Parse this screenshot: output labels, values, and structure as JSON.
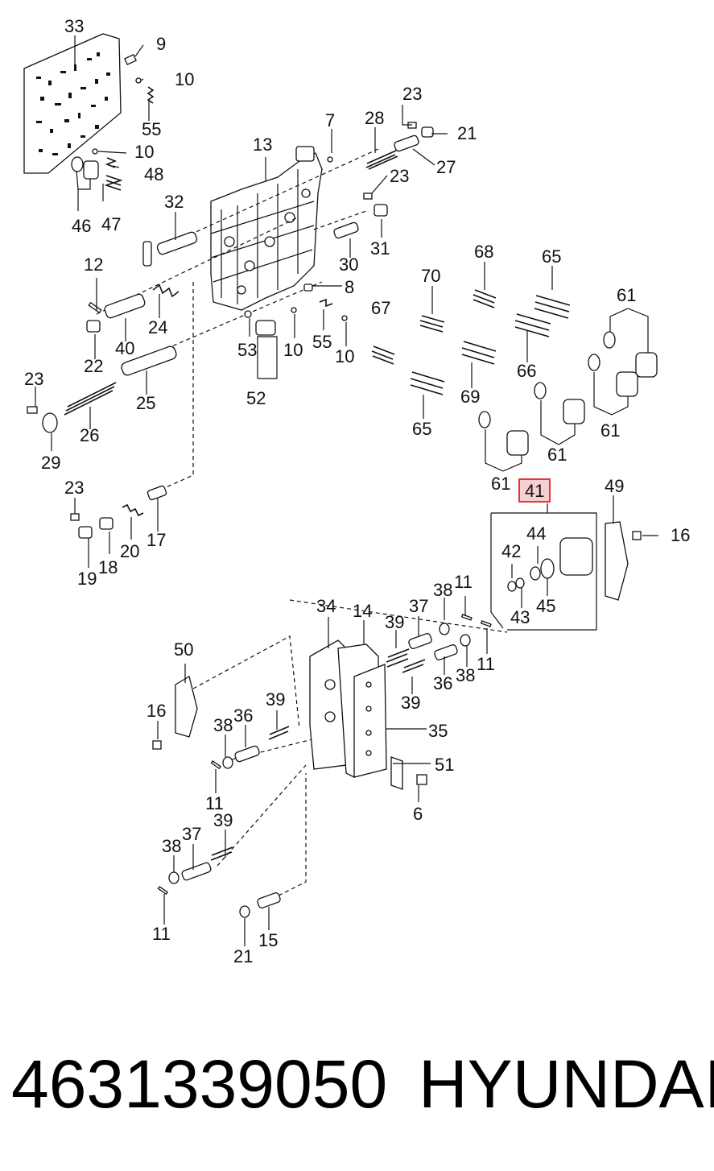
{
  "diagram": {
    "callouts": [
      "33",
      "9",
      "10",
      "55",
      "10",
      "48",
      "46",
      "47",
      "7",
      "28",
      "23",
      "21",
      "27",
      "13",
      "23",
      "32",
      "31",
      "30",
      "8",
      "12",
      "24",
      "22",
      "40",
      "53",
      "52",
      "10",
      "55",
      "10",
      "23",
      "26",
      "29",
      "25",
      "70",
      "68",
      "65",
      "67",
      "66",
      "69",
      "65",
      "61",
      "61",
      "61",
      "61",
      "23",
      "20",
      "17",
      "18",
      "19",
      "41",
      "49",
      "44",
      "42",
      "43",
      "45",
      "16",
      "34",
      "14",
      "39",
      "37",
      "38",
      "11",
      "11",
      "38",
      "36",
      "39",
      "50",
      "35",
      "16",
      "38",
      "36",
      "39",
      "51",
      "6",
      "11",
      "39",
      "37",
      "38",
      "11",
      "21",
      "15"
    ],
    "highlighted_callout": "41",
    "highlight_color": "#e8333a",
    "highlight_fill": "#f6d0d0"
  },
  "footer": {
    "part_number": "4631339050",
    "brand": "HYUNDAI"
  }
}
